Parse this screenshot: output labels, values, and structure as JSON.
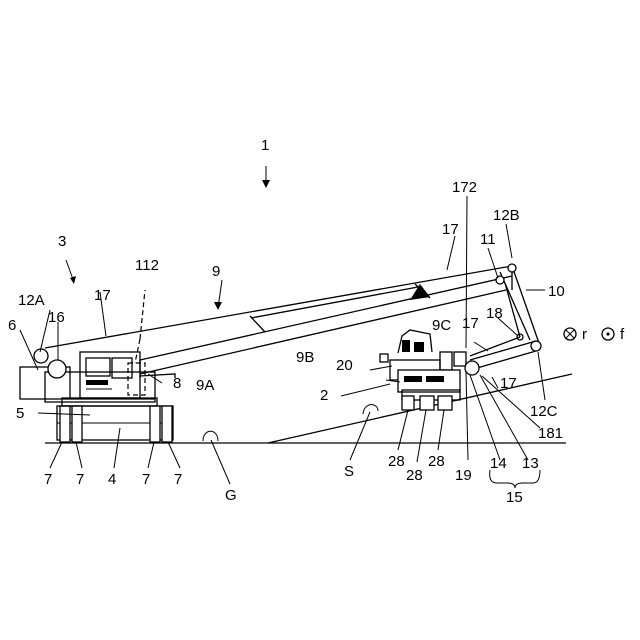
{
  "labels": {
    "l_1": "1",
    "l_172": "172",
    "l_12B": "12B",
    "l_17_top": "17",
    "l_11": "11",
    "l_10": "10",
    "l_3": "3",
    "l_112": "112",
    "l_9": "9",
    "l_12A": "12A",
    "l_17_left": "17",
    "l_16": "16",
    "l_6": "6",
    "l_8": "8",
    "l_9A": "9A",
    "l_5": "5",
    "l_7a": "7",
    "l_7b": "7",
    "l_4": "4",
    "l_7c": "7",
    "l_7d": "7",
    "l_G": "G",
    "l_9B": "9B",
    "l_9C": "9C",
    "l_18": "18",
    "l_17_mid": "17",
    "l_17_low": "17",
    "l_20": "20",
    "l_2": "2",
    "l_12C": "12C",
    "l_181": "181",
    "l_28a": "28",
    "l_28b": "28",
    "l_28c": "28",
    "l_S": "S",
    "l_19": "19",
    "l_14": "14",
    "l_13": "13",
    "l_15": "15",
    "l_r": "r",
    "l_f": "f"
  },
  "legend_icons": [
    "circled-cross-icon",
    "circled-dot-icon"
  ]
}
